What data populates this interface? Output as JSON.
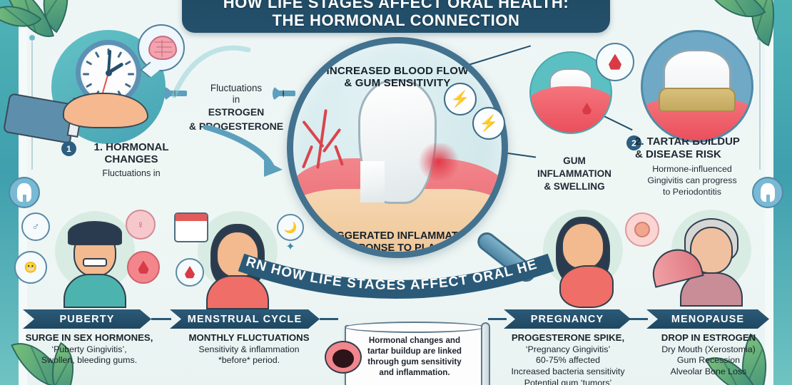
{
  "header": {
    "title_line1": "HOW LIFE STAGES AFFECT ORAL HEALTH:",
    "title_line2": "THE HORMONAL CONNECTION"
  },
  "colors": {
    "navy": "#224a66",
    "teal": "#4fb3b5",
    "background": "#eff6f4",
    "gum_red": "#ea4f5c",
    "tartar_gold": "#c3a85f",
    "accent_blue": "#5da0bd"
  },
  "step1": {
    "number": "1",
    "title": "1. HORMONAL CHANGES",
    "subtitle": "Fluctuations in",
    "icon_clock": "clock-icon",
    "icon_brain": "brain-icon"
  },
  "hormones": {
    "line1": "Fluctuations",
    "line2": "in",
    "line3": "ESTROGEN",
    "line4": "& PROGESTERONE"
  },
  "magnifier": {
    "top_label_line1": "INCREASED BLOOD FLOW",
    "top_label_line2": "& GUM SENSITIVITY",
    "bottom_label_line1": "EXAGGERATED INFLAMMATORY",
    "bottom_label_line2": "RESPONSE TO PLAQUE"
  },
  "ribbon": {
    "text": "LEARN HOW LIFE STAGES AFFECT ORAL HEALTH"
  },
  "gum_callout": {
    "line1": "GUM",
    "line2": "INFLAMMATION",
    "line3": "& SWELLING",
    "icon": "blood-drop-icon"
  },
  "step2": {
    "number": "2",
    "title_line1": "2. TARTAR BUILDUP",
    "title_line2": "& DISEASE RISK",
    "desc_line1": "Hormone-influenced",
    "desc_line2": "Gingivitis can progress",
    "desc_line3": "to Periodontitis"
  },
  "scroll": {
    "line1": "Hormonal changes and",
    "line2": "tartar buildup are linked",
    "line3": "through gum sensitivity",
    "line4": "and inflammation."
  },
  "stages": [
    {
      "id": "puberty",
      "banner": "PUBERTY",
      "headline": "SURGE IN SEX HORMONES,",
      "lines": [
        "‘Puberty Gingivitis’,",
        "Swollen, bleeding gums."
      ],
      "figure": "teen-boy-with-braces",
      "icons": [
        "male-symbol-icon",
        "female-symbol-icon",
        "braces-smile-icon",
        "blood-drop-icon"
      ]
    },
    {
      "id": "menstrual-cycle",
      "banner": "MENSTRUAL CYCLE",
      "headline": "MONTHLY FLUCTUATIONS",
      "lines": [
        "Sensitivity & inflammation",
        "*before* period."
      ],
      "figure": "young-woman",
      "icons": [
        "calendar-icon",
        "moon-icon",
        "blood-drop-icon",
        "sparkle-icon"
      ]
    },
    {
      "id": "pregnancy",
      "banner": "PREGNANCY",
      "headline": "PROGESTERONE SPIKE,",
      "lines": [
        "‘Pregnancy Gingivitis’",
        "60-75% affected",
        "Increased bacteria sensitivity",
        "Potential gum ‘tumors’"
      ],
      "figure": "pregnant-woman",
      "icons": [
        "fetus-icon"
      ]
    },
    {
      "id": "menopause",
      "banner": "MENOPAUSE",
      "headline": "DROP IN ESTROGEN",
      "lines": [
        "Dry Mouth (Xerostomia)",
        "Gum Recession",
        "Alveolar Bone Loss"
      ],
      "figure": "older-woman-with-fan",
      "icons": [
        "hand-fan-icon"
      ]
    }
  ],
  "decor": {
    "leaf": "leaf-icon",
    "tooth": "tooth-icon"
  }
}
